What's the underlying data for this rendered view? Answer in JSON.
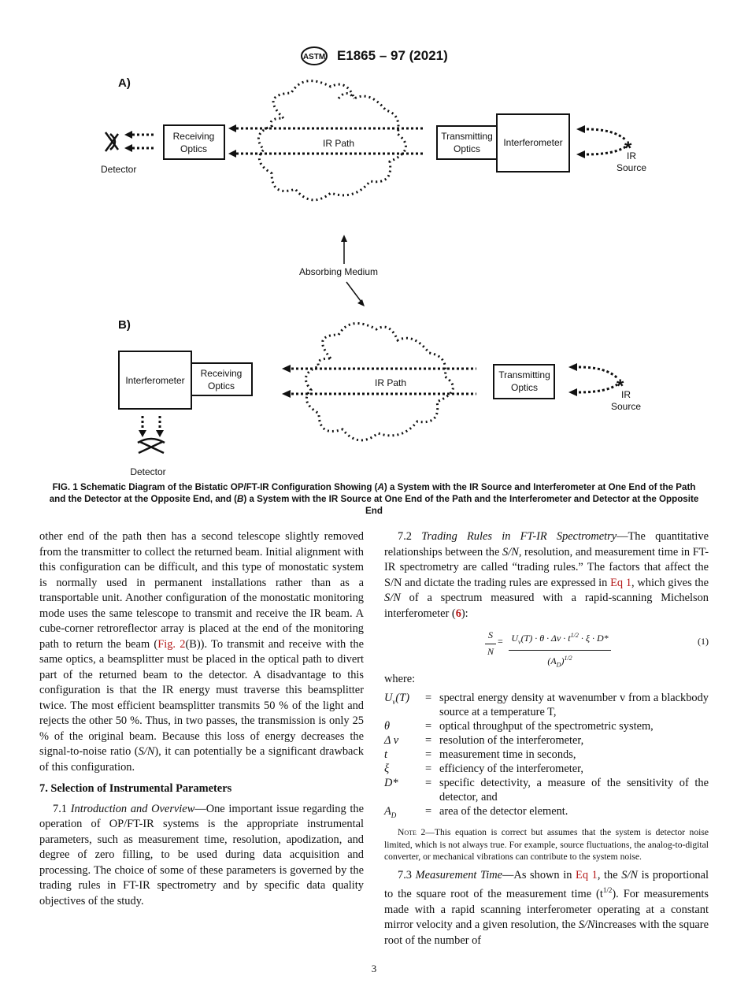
{
  "header": {
    "logo_text": "ASTM",
    "designation": "E1865 – 97 (2021)"
  },
  "figure": {
    "panel_a": {
      "label": "A)",
      "detector": "Detector",
      "receiving_optics": [
        "Receiving",
        "Optics"
      ],
      "ir_path": "IR Path",
      "transmitting_optics": [
        "Transmitting",
        "Optics"
      ],
      "interferometer": "Interferometer",
      "ir_source": [
        "IR",
        "Source"
      ]
    },
    "absorbing_medium": "Absorbing Medium",
    "panel_b": {
      "label": "B)",
      "interferometer": "Interferometer",
      "receiving_optics": [
        "Receiving",
        "Optics"
      ],
      "ir_path": "IR Path",
      "transmitting_optics": [
        "Transmitting",
        "Optics"
      ],
      "ir_source": [
        "IR",
        "Source"
      ],
      "detector": "Detector"
    },
    "caption": {
      "p1": "FIG. 1 Schematic Diagram of the Bistatic OP/FT-IR Configuration Showing (",
      "a": "A",
      "p2": ") a System with the IR Source and Interferometer at One End of the Path and the Detector at the Opposite End, and (",
      "b": "B",
      "p3": ") a System with the IR Source at One End of the Path and the Interferometer and Detector at the Opposite End"
    }
  },
  "left_column": {
    "para1": {
      "t1": "other end of the path then has a second telescope slightly removed from the transmitter to collect the returned beam. Initial alignment with this configuration can be difficult, and this type of monostatic system is normally used in permanent installations rather than as a transportable unit. Another configuration of the monostatic monitoring mode uses the same telescope to transmit and receive the IR beam. A cube-corner retroreflector array is placed at the end of the monitoring path to return the beam (",
      "fig2": "Fig. 2",
      "t2": "(B)). To transmit and receive with the same optics, a beamsplitter must be placed in the optical path to divert part of the returned beam to the detector. A disadvantage to this configuration is that the IR energy must traverse this beamsplitter twice. The most efficient beamsplitter transmits 50 % of the light and rejects the other 50 %. Thus, in two passes, the transmission is only 25 % of the original beam. Because this loss of energy decreases the signal-to-noise ratio (",
      "sn": "S/N",
      "t3": "), it can potentially be a significant drawback of this configuration."
    },
    "section_heading": "7. Selection of Instrumental Parameters",
    "para71": {
      "num": "7.1",
      "title": "Introduction and Overview",
      "body": "—One important issue regarding the operation of OP/FT-IR systems is the appropriate instrumental parameters, such as measurement time, resolution, apodization, and degree of zero filling, to be used during data acquisition and processing. The choice of some of these parameters is governed by the trading rules in FT-IR spectrometry and by specific data quality objectives of the study."
    }
  },
  "right_column": {
    "para72": {
      "num": "7.2",
      "title": "Trading Rules in FT-IR Spectrometry",
      "t1": "—The quantitative relationships between the ",
      "sn1": "S/N",
      "t2": ", resolution, and measurement time in FT-IR spectrometry are called “trading rules.” The factors that affect the S/N and dictate the trading rules are expressed in ",
      "eq": "Eq 1",
      "t3": ", which gives the ",
      "sn2": "S/N",
      "t4": " of a spectrum measured with a rapid-scanning Michelson interferometer (",
      "ref": "6",
      "t5": "):"
    },
    "equation": {
      "lhs_num": "S",
      "lhs_den": "N",
      "eq_sign": "=",
      "numerator": "U",
      "sub_v": "v",
      "num_rest": "(T) · θ · Δν · t",
      "exp": "1/2",
      "num_tail": " · ξ · D*",
      "denominator": "(A",
      "den_sub": "D",
      "den_close": ")",
      "den_exp": "1/2",
      "number": "(1)"
    },
    "where": "where:",
    "definitions": [
      {
        "sym": "Uv(T)",
        "eq": "=",
        "def": "spectral energy density at wavenumber v from a blackbody source at a temperature T,"
      },
      {
        "sym": "θ",
        "eq": "=",
        "def": "optical throughput of the spectrometric system,"
      },
      {
        "sym": "Δ v",
        "eq": "=",
        "def": "resolution of the interferometer,"
      },
      {
        "sym": "t",
        "eq": "=",
        "def": "measurement time in seconds,"
      },
      {
        "sym": "ξ",
        "eq": "=",
        "def": "efficiency of the interferometer,"
      },
      {
        "sym": "D*",
        "eq": "=",
        "def": "specific detectivity, a measure of the sensitivity of the detector, and"
      },
      {
        "sym": "AD",
        "eq": "=",
        "def": "area of the detector element."
      }
    ],
    "note2": {
      "label": "Note 2",
      "body": "—This equation is correct but assumes that the system is detector noise limited, which is not always true. For example, source fluctuations, the analog-to-digital converter, or mechanical vibrations can contribute to the system noise."
    },
    "para73": {
      "num": "7.3",
      "title": "Measurement Time",
      "t1": "—As shown in ",
      "eq": "Eq 1",
      "t2": ", the ",
      "sn1": "S/N",
      "t3": " is proportional to the square root of the measurement time (t",
      "exp": "1/2",
      "t4": "). For measurements made with a rapid scanning interferometer operating at a constant mirror velocity and a given resolution, the ",
      "sn2": "S/N",
      "t5": "increases with the square root of the number of"
    }
  },
  "page_number": "3"
}
